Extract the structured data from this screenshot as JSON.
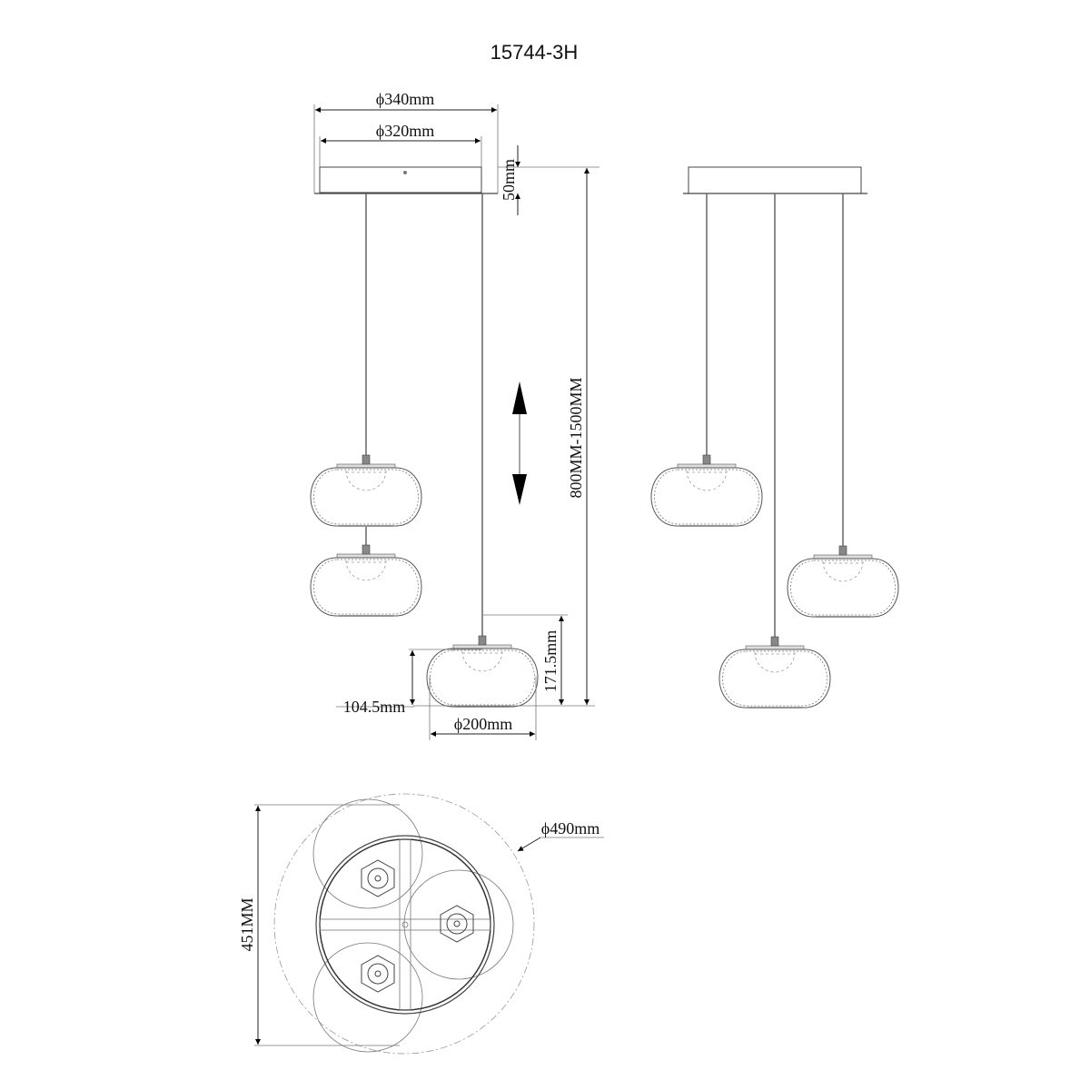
{
  "title": "15744-3H",
  "front_view": {
    "canopy_outer_diameter": "ϕ340mm",
    "canopy_inner_diameter": "ϕ320mm",
    "canopy_height": "50mm",
    "overall_drop": "800MM-1500MM",
    "shade_total_height": "171.5mm",
    "shade_body_height": "104.5mm",
    "shade_diameter": "ϕ200mm"
  },
  "top_view": {
    "overall_diameter": "ϕ490mm",
    "overall_height": "451MM"
  },
  "colors": {
    "line": "#444444",
    "text": "#111111",
    "background": "#ffffff"
  }
}
